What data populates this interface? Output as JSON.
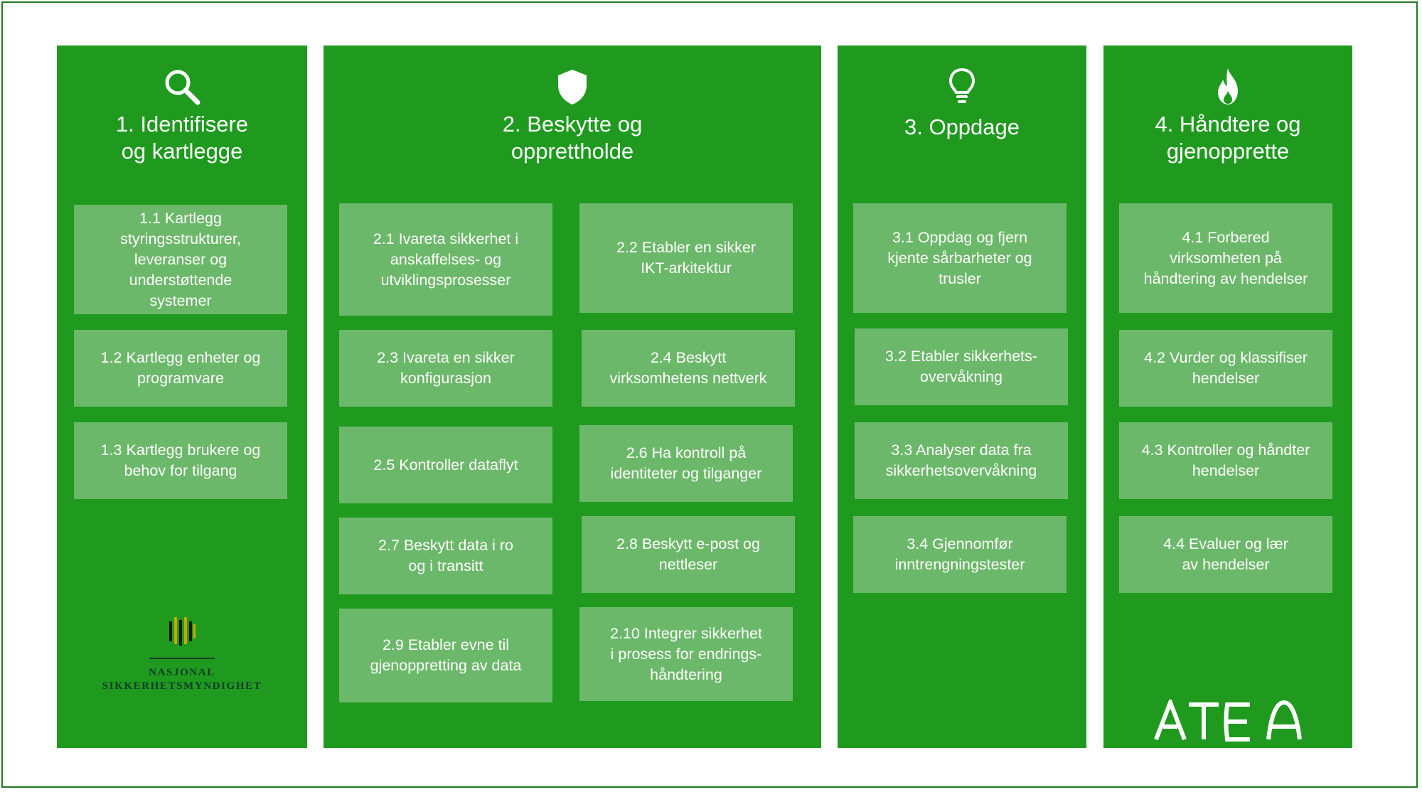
{
  "colors": {
    "column": "#1f9a1f",
    "card": "#6cb86a",
    "frame": "#1f7a1f",
    "text": "#ffffff"
  },
  "columns": [
    {
      "icon": "search-icon",
      "title": "1. Identifisere\nog kartlegge",
      "cards": [
        "1.1 Kartlegg\nstyringsstrukturer,\nleveranser og\nunderstøttende\nsystemer",
        "1.2 Kartlegg enheter og\nprogramvare",
        "1.3 Kartlegg brukere og\nbehov for tilgang"
      ],
      "logo": {
        "name": "nsm-logo",
        "text": "NASJONAL\nSIKKERHETSMYNDIGHET"
      }
    },
    {
      "icon": "shield-icon",
      "title": "2. Beskytte og\nopprettholde",
      "cards": [
        "2.1 Ivareta sikkerhet i\nanskaffelses- og\nutviklingsprosesser",
        "2.2 Etabler en sikker\nIKT-arkitektur",
        "2.3 Ivareta en sikker\nkonfigurasjon",
        "2.4 Beskytt\nvirksomhetens nettverk",
        "2.5 Kontroller dataflyt",
        "2.6 Ha kontroll på\nidentiteter og tilganger",
        "2.7 Beskytt data i ro\nog i transitt",
        "2.8 Beskytt e-post og\nnettleser",
        "2.9 Etabler evne til\ngjenoppretting av data",
        "2.10 Integrer sikkerhet\ni prosess for endrings-\nhåndtering"
      ]
    },
    {
      "icon": "lightbulb-icon",
      "title": "3. Oppdage",
      "cards": [
        "3.1 Oppdag og fjern\nkjente sårbarheter og\ntrusler",
        "3.2 Etabler sikkerhets-\novervåkning",
        "3.3 Analyser data fra\nsikkerhetsovervåkning",
        "3.4 Gjennomfør\ninntrengningstester"
      ]
    },
    {
      "icon": "flame-icon",
      "title": "4. Håndtere og\ngjenopprette",
      "cards": [
        "4.1 Forbered\nvirksomheten på\nhåndtering av hendelser",
        "4.2 Vurder og klassifiser\nhendelser",
        "4.3 Kontroller og håndter\nhendelser",
        "4.4 Evaluer og lær\nav hendelser"
      ],
      "logo": {
        "name": "atea-logo",
        "text": "ATEA"
      }
    }
  ]
}
